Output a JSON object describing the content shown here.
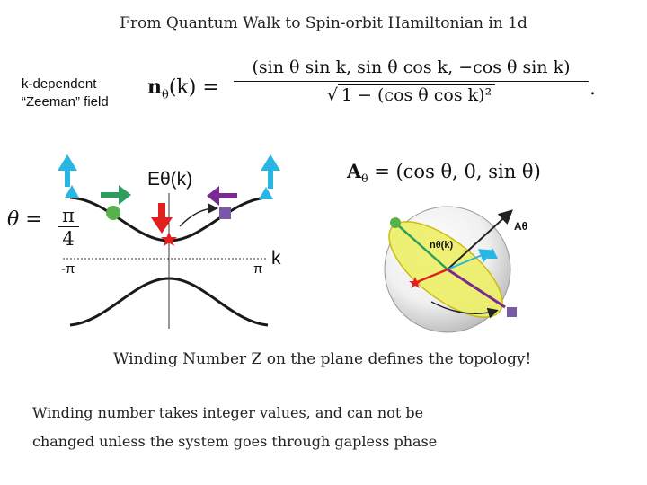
{
  "slide": {
    "title": "From Quantum Walk to Spin-orbit Hamiltonian in 1d",
    "side_label": [
      "k-dependent",
      "“Zeeman” field"
    ],
    "equation_n": {
      "symbol": "n",
      "subscript": "θ",
      "argument": "(k) =",
      "numerator": "(sin θ sin k,  sin θ cos k,  −cos θ sin k)",
      "denominator_root": "√",
      "denominator": "1 − (cos θ cos k)²",
      "trailing": "."
    },
    "equation_a": {
      "symbol": "A",
      "subscript": "θ",
      "rhs": " = (cos θ, 0, sin θ)"
    },
    "theta": {
      "lhs": "θ =",
      "numerator": "π",
      "denominator": "4"
    },
    "band_plot": {
      "energy_label": "Eθ(k)",
      "k_label": "k",
      "left_tick": "-π",
      "right_tick": "π"
    },
    "sphere": {
      "n_label": "nθ(k)",
      "a_label": "Aθ"
    },
    "winding_statement": "Winding Number Z on the plane defines the topology!",
    "explanation": [
      "Winding number takes integer values, and  can not be",
      "changed unless the system goes through gapless phase"
    ],
    "colors": {
      "cyan": "#29b6e3",
      "green": "#2e9e5e",
      "red": "#e0201e",
      "purple": "#7a2a90",
      "sphere_fill": "#f3ec8a",
      "ellipse_fill": "#eef06a"
    },
    "icons": [
      "cyan-up-arrow-icon",
      "cyan-triangle-icon",
      "green-circle-icon",
      "green-right-arrow-icon",
      "red-down-arrow-icon",
      "red-star-icon",
      "purple-square-icon",
      "purple-left-arrow-icon"
    ]
  }
}
